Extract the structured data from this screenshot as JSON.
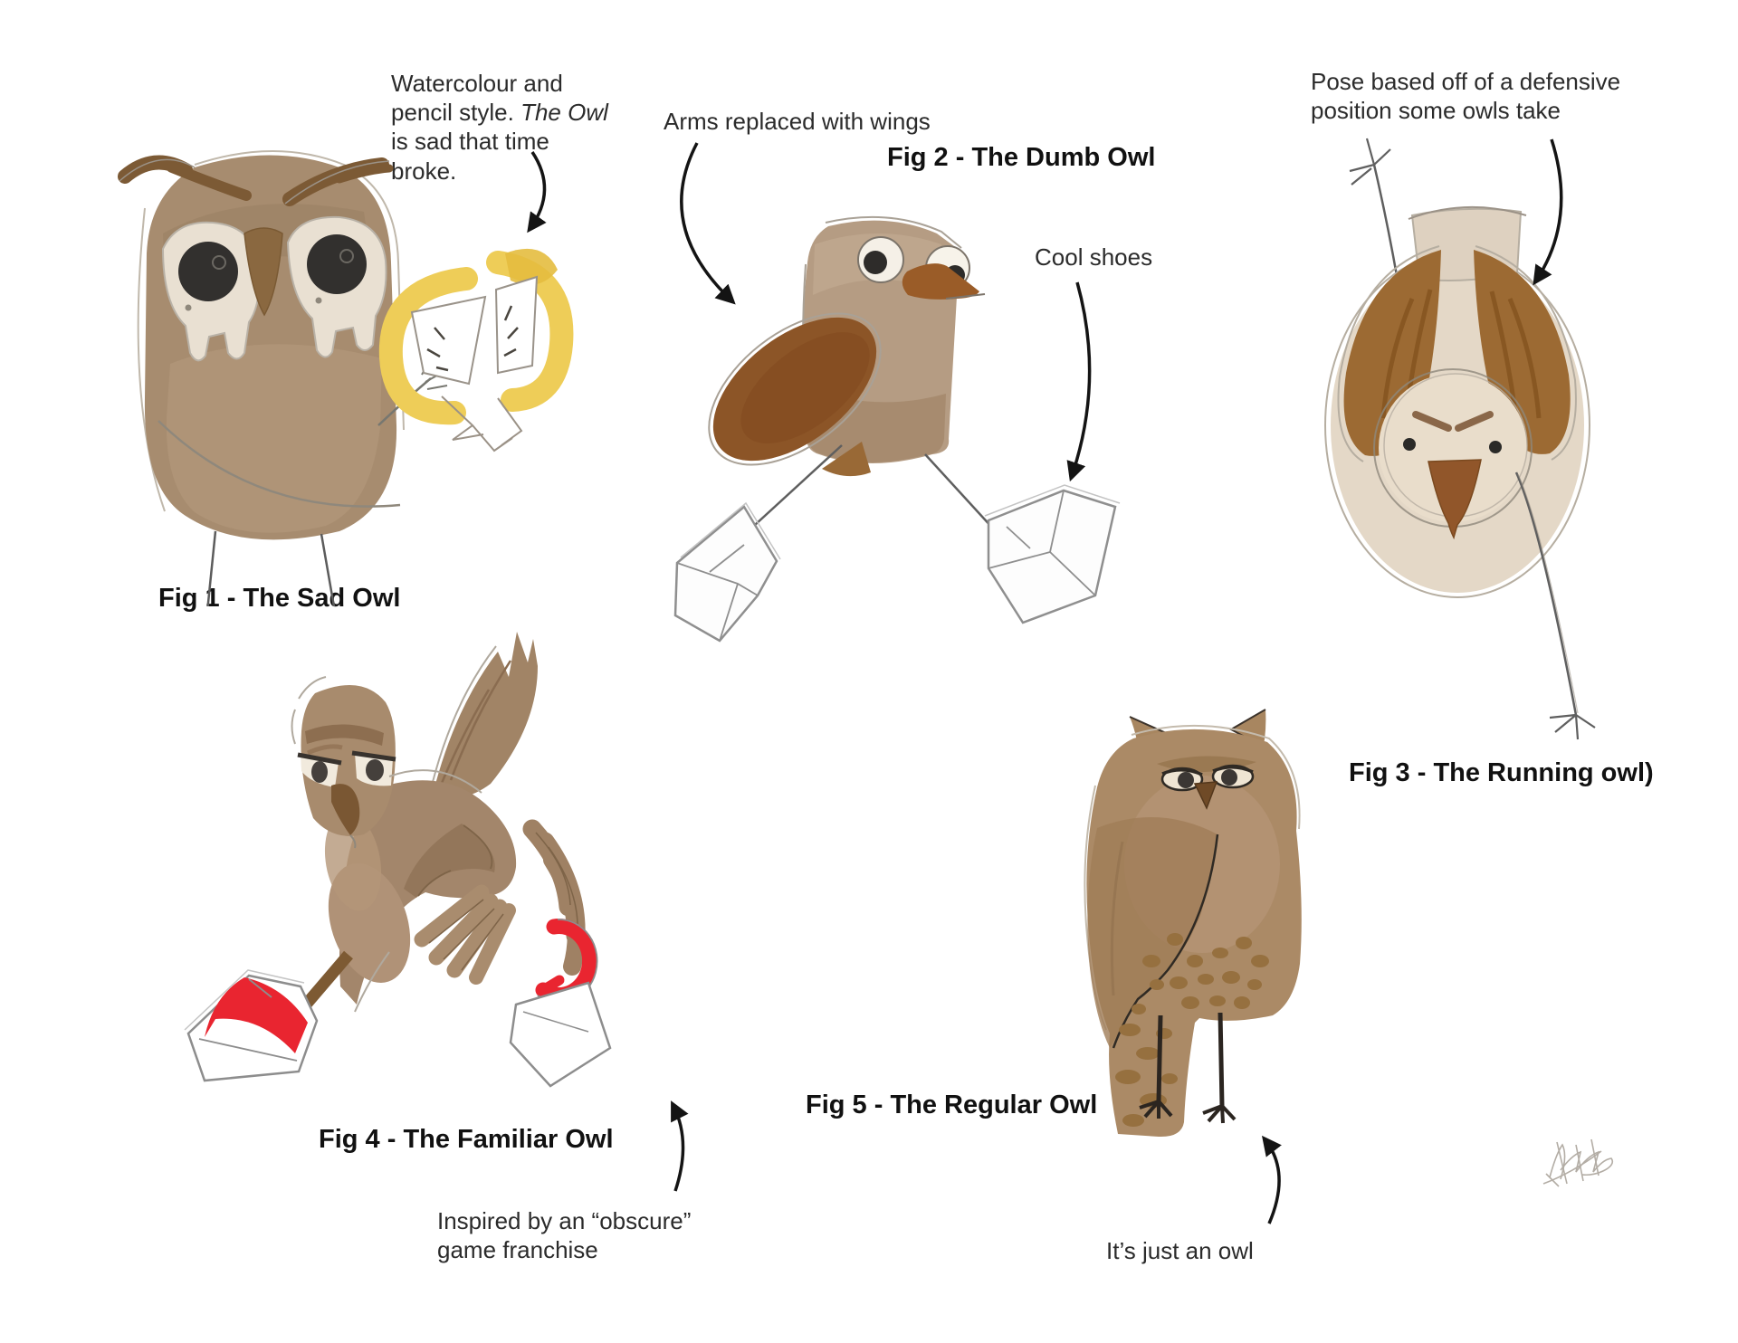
{
  "page": {
    "background": "#ffffff"
  },
  "palette": {
    "ink": "#141414",
    "annotation_text": "#2b2b2b",
    "caption_text": "#111111",
    "pencil_gray": "#9b9287",
    "owl_tan": "#ab8e70",
    "owl_dark_brown": "#8c5527",
    "eye_cream": "#e9e0d2",
    "clock_yellow": "#eecd58",
    "shoe_red": "#e92530"
  },
  "figures": [
    {
      "caption": "Fig 1 - The Sad Owl"
    },
    {
      "caption": "Fig 2 - The Dumb Owl"
    },
    {
      "caption": "Fig 3 - The Running owl)"
    },
    {
      "caption": "Fig 4 - The Familiar Owl"
    },
    {
      "caption": "Fig 5 - The Regular Owl"
    }
  ],
  "annotations": {
    "watercolour": {
      "part1": "Watercolour and pencil style. ",
      "part2_italic": "The Owl",
      "part3": " is sad that time broke."
    },
    "arms": "Arms replaced with wings",
    "cool_shoes": "Cool shoes",
    "pose": "Pose based off of a defensive position some owls take",
    "inspired": "Inspired by an “obscure” game franchise",
    "just_an_owl": "It’s just an owl"
  }
}
